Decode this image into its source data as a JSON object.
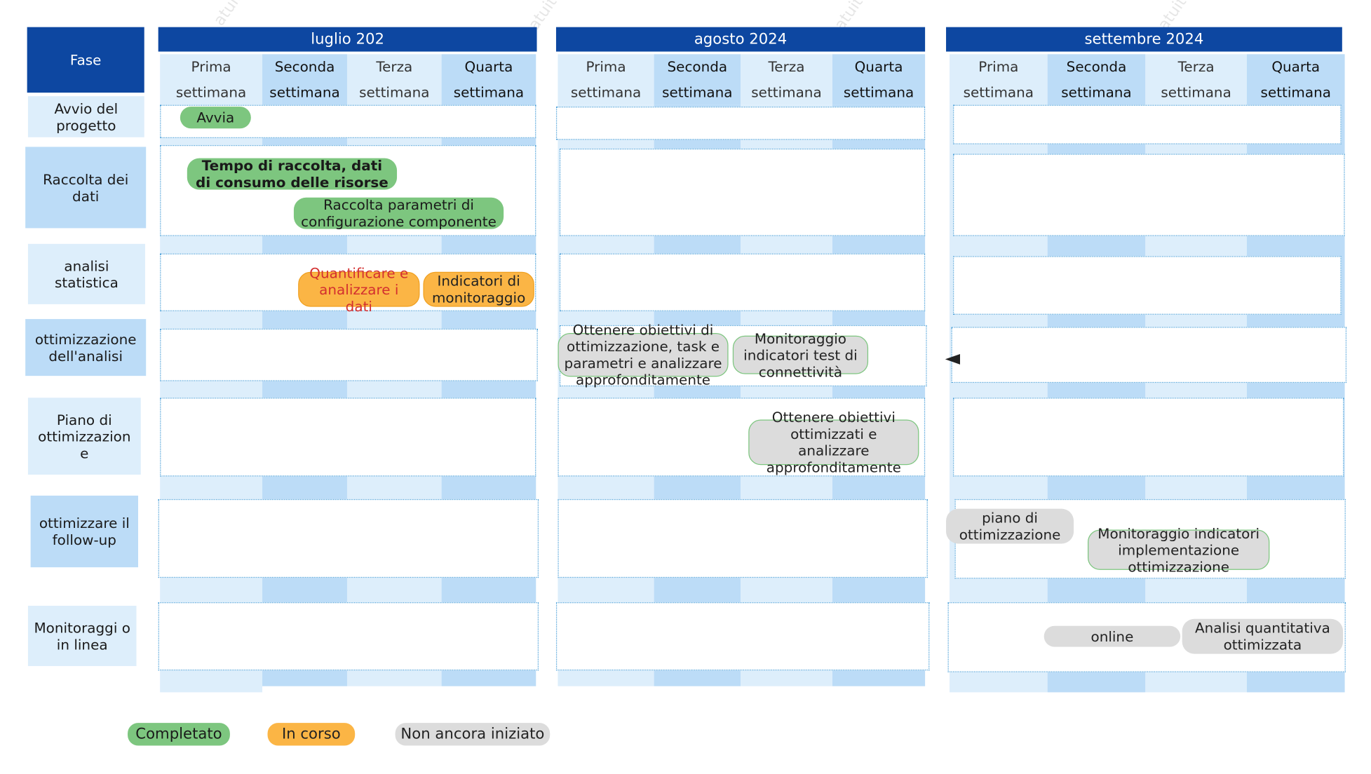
{
  "months": [
    "luglio 202",
    "agosto 2024",
    "settembre 2024"
  ],
  "weeks": [
    {
      "line1": "Prima",
      "line2": "settimana"
    },
    {
      "line1": "Seconda",
      "line2": "settimana"
    },
    {
      "line1": "Terza",
      "line2": "settimana"
    },
    {
      "line1": "Quarta",
      "line2": "settimana"
    }
  ],
  "phases": [
    "Fase",
    "Avvio del progetto",
    "Raccolta dei dati",
    "analisi statistica",
    "ottimizzazione dell'analisi",
    "Piano di ottimizzazion e",
    "ottimizzare il follow-up",
    "Monitoraggi o in linea"
  ],
  "tasks": {
    "avvia": "Avvia",
    "tempo_raccolta": "Tempo di raccolta, dati di consumo delle risorse",
    "raccolta_parametri": "Raccolta parametri di configurazione componente",
    "quantificare": "Quantificare e analizzare i dati",
    "indicatori_monitoraggio": "Indicatori di monitoraggio",
    "ottenere_obiettivi": "Ottenere obiettivi di ottimizzazione, task e parametri e analizzare approfonditamente",
    "monitoraggio_test": "Monitoraggio indicatori test di connettività",
    "ottenere_ottimizzati": "Ottenere obiettivi ottimizzati e analizzare approfonditamente",
    "piano_ottimizzazione": "piano di ottimizzazione",
    "monitoraggio_implementazione": "Monitoraggio indicatori implementazione ottimizzazione",
    "online": "online",
    "analisi_quantitativa": "Analisi quantitativa ottimizzata"
  },
  "legend": {
    "done": "Completato",
    "in_progress": "In corso",
    "not_started": "Non ancora iniziato"
  },
  "colors": {
    "header": "#0d47a1",
    "week_light": "#ddeefb",
    "week_dark": "#bcdcf7",
    "done": "#7dc67f",
    "in_progress": "#fbb545",
    "not_started": "#dcdcdc"
  }
}
